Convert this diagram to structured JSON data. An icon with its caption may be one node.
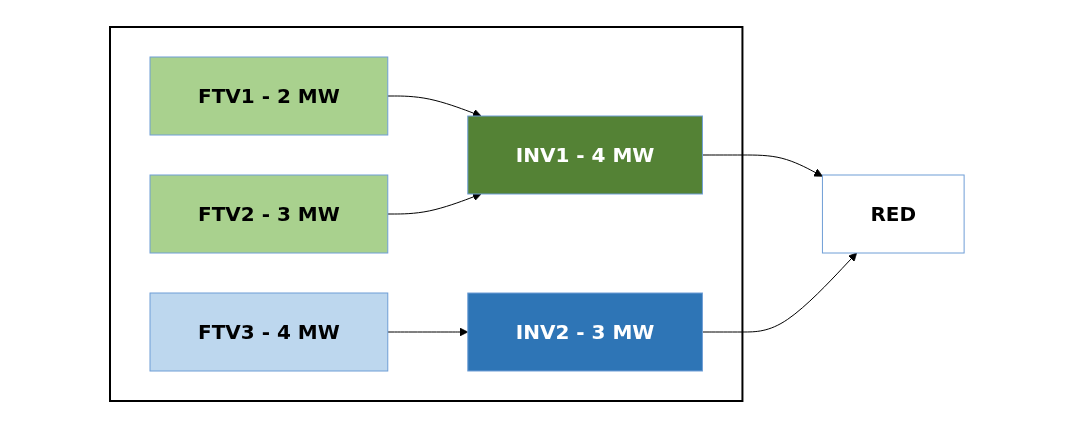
{
  "diagram": {
    "nodes": [
      {
        "text": [],
        "shape": "box"
      },
      {
        "text": [
          "FTV1 - 2 MW"
        ],
        "in": 0
      },
      {
        "text": [
          "FTV2 - 3 MW"
        ],
        "in": 0
      },
      {
        "text": [
          "FTV3 - 4 MW"
        ],
        "in": 0
      },
      {
        "text": [
          "INV1 - 4 MW"
        ],
        "in": 0
      },
      {
        "text": [
          "INV2 - 3 MW"
        ],
        "in": 0
      },
      {
        "text": [
          "RED"
        ]
      }
    ],
    "edges": [
      {
        "from": 1,
        "to": 4,
        "arrow": "to"
      },
      {
        "from": 2,
        "to": 4,
        "arrow": "to"
      },
      {
        "from": 3,
        "to": 5,
        "arrow": "to"
      },
      {
        "from": 4,
        "to": 6,
        "arrow": "to"
      },
      {
        "from": 5,
        "to": 6,
        "arrow": "to"
      }
    ]
  }
}
